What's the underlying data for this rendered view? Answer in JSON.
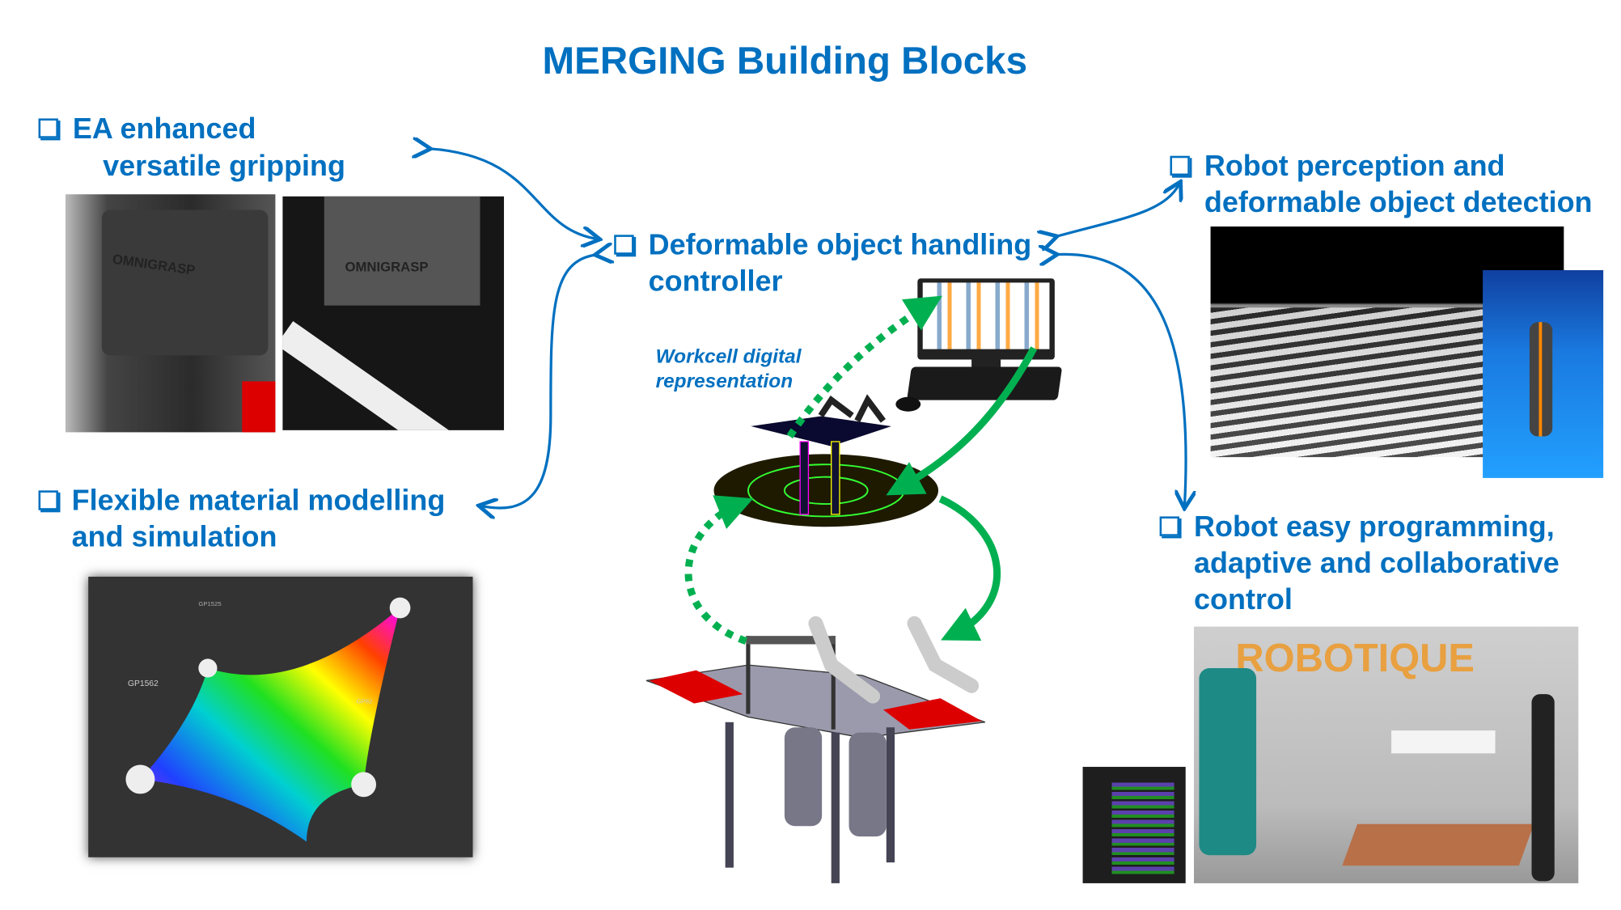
{
  "title": "MERGING Building Blocks",
  "blocks": {
    "gripping": {
      "line1": "EA enhanced",
      "line2": "versatile gripping"
    },
    "modelling": {
      "line1": "Flexible material modelling",
      "line2": "and simulation"
    },
    "controller": {
      "line1": "Deformable object handling",
      "line2": "controller"
    },
    "perception": {
      "line1": "Robot perception and",
      "line2": "deformable object detection"
    },
    "programming": {
      "line1": "Robot easy programming,",
      "line2": "adaptive and collaborative",
      "line3": "control"
    }
  },
  "workcell_label": {
    "line1": "Workcell digital",
    "line2": "representation"
  },
  "image_labels": {
    "gripper_brand": "OMNIGRASP",
    "sim_gp1": "GP1525",
    "sim_gp2": "GP1562",
    "sim_gp3": "GP82",
    "wall_sign": "ROBOTIQUE"
  },
  "colors": {
    "accent": "#0070C0",
    "flow_green": "#00B050"
  }
}
